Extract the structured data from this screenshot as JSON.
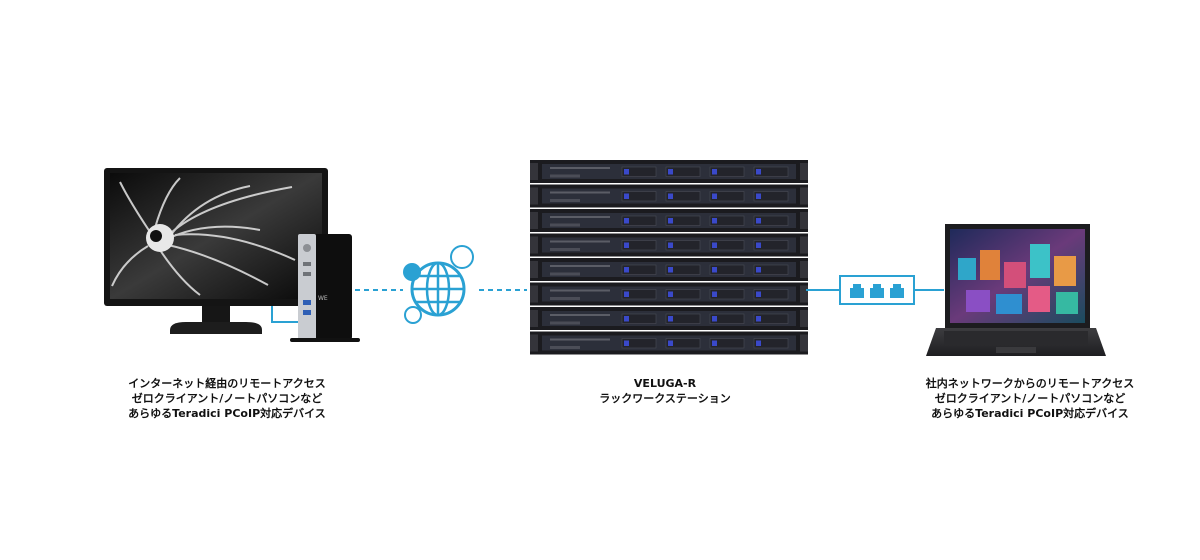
{
  "left": {
    "caption_lines": [
      "インターネット経由のリモートアクセス",
      "ゼロクライアント/ノートパソコンなど",
      "あらゆるTeradici PCoIP対応デバイス"
    ],
    "device_brand": "WE"
  },
  "center": {
    "caption_lines": [
      "VELUGA-R",
      "ラックワークステーション"
    ],
    "server_units": 8
  },
  "right": {
    "caption_lines": [
      "社内ネットワークからのリモートアクセス",
      "ゼロクライアント/ノートパソコンなど",
      "あらゆるTeradici PCoIP対応デバイス"
    ]
  },
  "colors": {
    "connector": "#2aa1d3",
    "rack_body": "#1b1b1f",
    "rack_bezel": "#2c2f3a",
    "drive_blue": "#3a49c9",
    "switch_fill": "#2aa1d3"
  },
  "icons": [
    "internet-globe-icon",
    "network-switch-icon"
  ]
}
